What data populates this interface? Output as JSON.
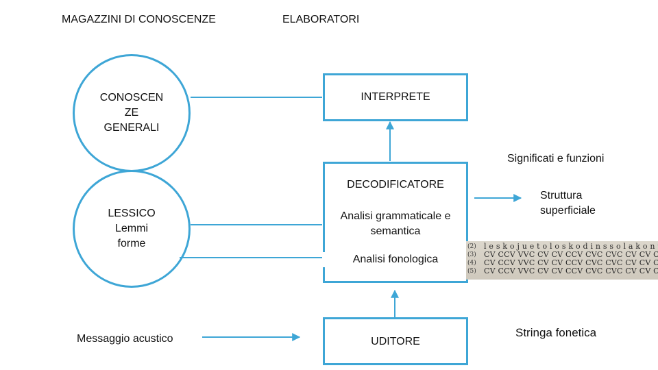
{
  "headers": {
    "stores": "MAGAZZINI DI CONOSCENZE",
    "processors": "ELABORATORI"
  },
  "stores": {
    "general_knowledge": [
      "CONOSCEN",
      "ZE",
      "GENERALI"
    ],
    "lexicon": [
      "LESSICO",
      "Lemmi",
      "forme"
    ]
  },
  "processors": {
    "interpreter": "INTERPRETE",
    "decoder_title": "DECODIFICATORE",
    "grammatical_analysis": [
      "Analisi grammaticale e",
      "semantica"
    ],
    "phonological_analysis": "Analisi fonologica",
    "hearer": "UDITORE"
  },
  "labels": {
    "input": "Messaggio acustico",
    "meanings": "Significati e funzioni",
    "surface_structure": [
      "Struttura",
      "superficiale"
    ],
    "phonetic_string": "Stringa fonetica"
  },
  "scan_image": {
    "row_numbers": [
      "(2)",
      "(3)",
      "(4)",
      "(5)"
    ],
    "rows": [
      "l e s k o j u e t o l o s k o d i n s s o l a k o n t e n t o",
      "CV CCV VVC CV CV CCV CVC CVC CV CV CVC CVC CV",
      "CV CCV VVC CV CV CCV CVC CVC CV CV CVC CVC CV",
      "CV CCV VVC CV CV CCV CVC CVC CV CV CVC CVC CV"
    ]
  },
  "colors": {
    "accent": "#3ea6d6"
  }
}
